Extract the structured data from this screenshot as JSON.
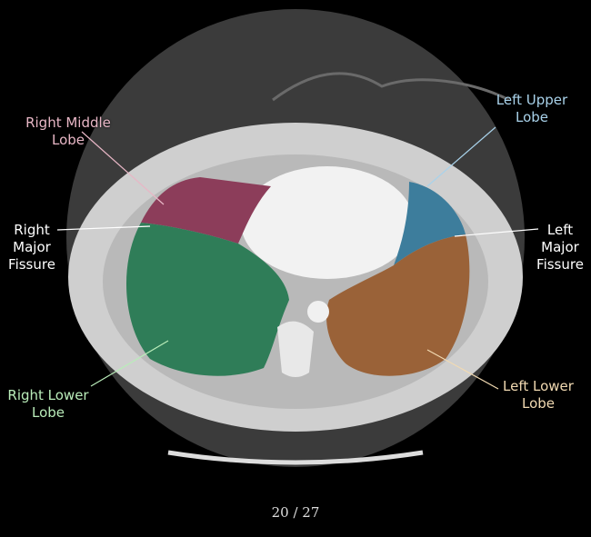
{
  "labels": {
    "right_middle_lobe": {
      "lines": [
        "Right Middle",
        "Lobe"
      ],
      "color": "#e8b7c6"
    },
    "left_upper_lobe": {
      "lines": [
        "Left Upper",
        "Lobe"
      ],
      "color": "#a9d2ea"
    },
    "right_major_fissure": {
      "lines": [
        "Right",
        "Major",
        "Fissure"
      ],
      "color": "#ffffff"
    },
    "left_major_fissure": {
      "lines": [
        "Left",
        "Major",
        "Fissure"
      ],
      "color": "#ffffff"
    },
    "right_lower_lobe": {
      "lines": [
        "Right Lower",
        "Lobe"
      ],
      "color": "#b9ecb9"
    },
    "left_lower_lobe": {
      "lines": [
        "Left Lower",
        "Lobe"
      ],
      "color": "#f2dab2"
    }
  },
  "lobe_colors": {
    "right_middle": "#8c3d5a",
    "right_lower": "#2f7d58",
    "left_upper": "#3d7d9c",
    "left_lower": "#9a6238"
  },
  "counter": "20 / 27"
}
